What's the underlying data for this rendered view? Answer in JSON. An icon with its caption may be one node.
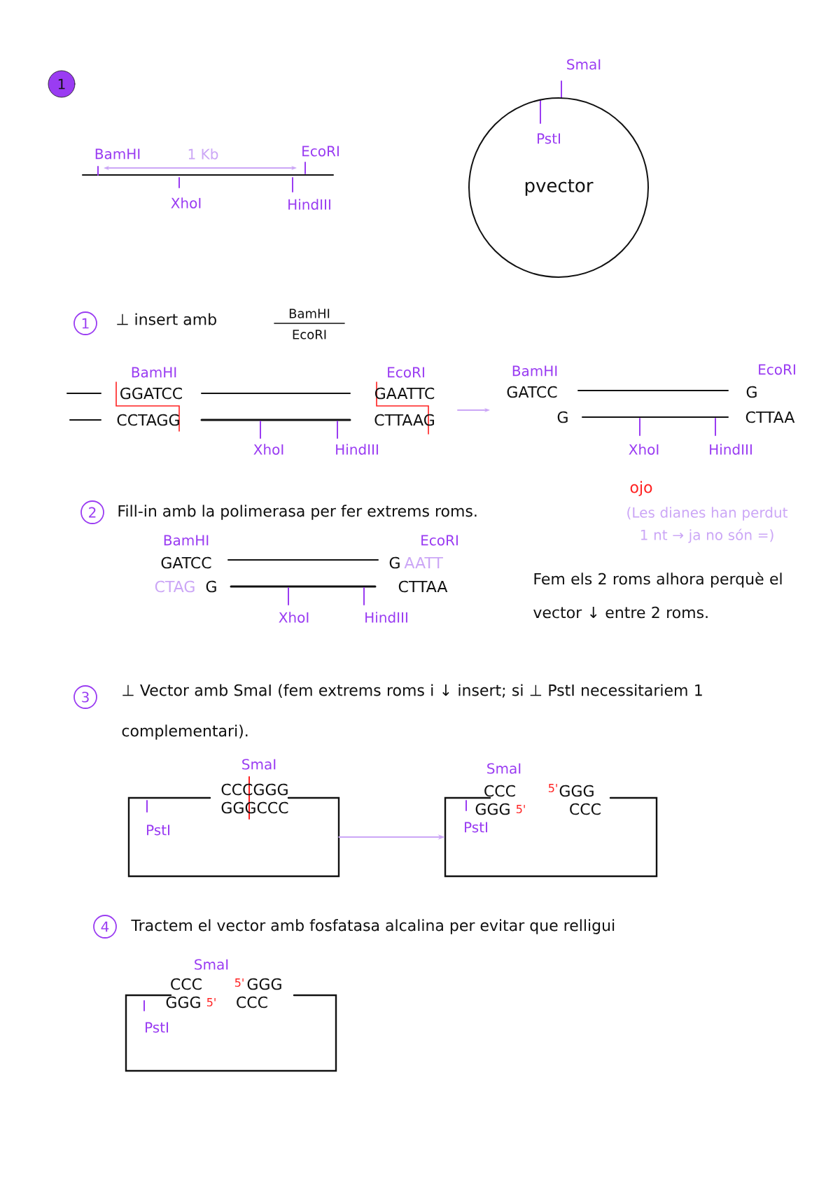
{
  "diagram": {
    "nodes": [
      {
        "text": [
          "1"
        ]
      },
      {
        "text": [
          "pvector"
        ]
      },
      {
        "text": [
          "1"
        ],
        "beside": [
          "⊥ insert amb"
        ]
      },
      {
        "text": [
          "2"
        ],
        "beside": [
          "Fill-in amb la polimerasa per fer extrems roms."
        ]
      },
      {
        "text": [
          "3"
        ],
        "beside": [
          "⊥ Vector amb SmaI (fem extrems roms i ↓ insert; si ⊥ PstI necessitariem 1 complementari)."
        ]
      },
      {
        "text": [],
        "shape": "box",
        "beside": [
          "SmaI"
        ]
      },
      {
        "text": [],
        "shape": "box",
        "beside": [
          "SmaI"
        ]
      },
      {
        "text": [
          "4"
        ],
        "beside": [
          "Tractem el vector amb fosfatasa alcalina per evitar que relligui"
        ]
      },
      {
        "text": [],
        "shape": "box",
        "beside": [
          "SmaI"
        ]
      }
    ],
    "edges": [
      {
        "from": 5,
        "to": 6,
        "arrow": "to",
        "color": "#cba6f6"
      }
    ],
    "labels": [
      "SmaI",
      "PstI",
      "BamHI",
      "1 Kb",
      "EcoRI",
      "XhoI",
      "HindIII",
      "BamHI",
      "EcoRI",
      "BamHI",
      "EcoRI",
      "BamHI",
      "EcoRI",
      "GGATCC",
      "GAATTC",
      "GATCC",
      "G",
      "CCTAGG",
      "CTTAAG",
      "G",
      "CTTAA",
      "XhoI",
      "HindIII",
      "XhoI",
      "HindIII",
      "ojo",
      "(Les dianes han perdut 1 nt → ja no són =)",
      "BamHI",
      "EcoRI",
      "GATCC",
      "G",
      "AATT",
      "CTAG",
      "G",
      "CTTAA",
      "XhoI",
      "HindIII",
      "Fem els 2 roms alhora perquè el vector ↓ entre 2 roms.",
      "CCCGGG",
      "GGGCCC",
      "PstI",
      "CCC",
      "5'",
      "GGG",
      "GGG",
      "5'",
      "CCC",
      "PstI",
      "CCC",
      "5'",
      "GGG",
      "GGG",
      "5'",
      "CCC",
      "PstI"
    ]
  }
}
